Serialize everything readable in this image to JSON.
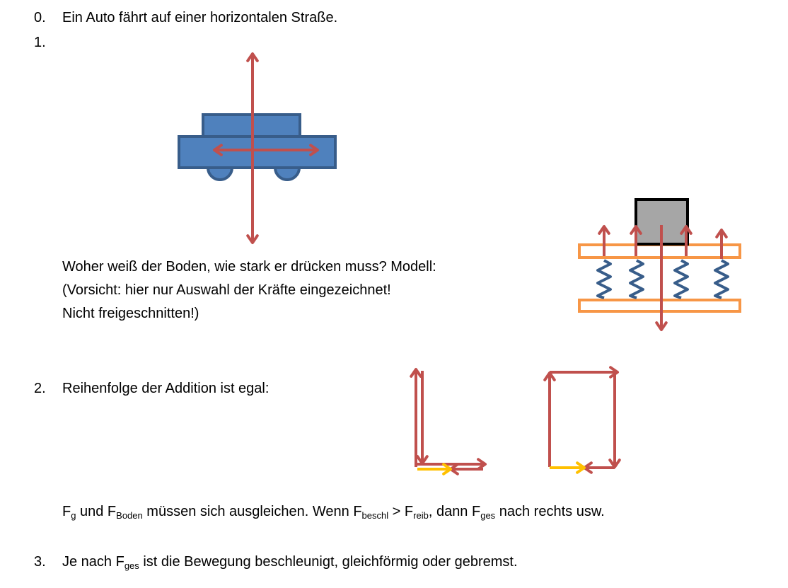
{
  "items": [
    {
      "number": "0.",
      "text": "Ein Auto fährt auf einer horizontalen Straße."
    },
    {
      "number": "1.",
      "text": ""
    },
    {
      "number": "2.",
      "text": "Reihenfolge der Addition ist egal:"
    },
    {
      "number": "3.",
      "text_before": "Je nach F",
      "sub": "ges",
      "text_after": " ist die Bewegung beschleunigt, gleichförmig oder gebremst."
    }
  ],
  "model_text": {
    "line1": "Woher weiß der Boden, wie stark er drücken muss?  Modell:",
    "line2": "(Vorsicht: hier nur Auswahl der Kräfte eingezeichnet!",
    "line3": "Nicht freigeschnitten!)"
  },
  "balance_text": {
    "p1": "F",
    "s1": "g",
    "p2": " und F",
    "s2": "Boden",
    "p3": " müssen sich ausgleichen. Wenn F",
    "s3": "beschl",
    "p4": " > F",
    "s4": "reib",
    "p5": ", dann F",
    "s5": "ges",
    "p6": " nach rechts usw."
  },
  "colors": {
    "force": "#c0504d",
    "car": "#4f81bd",
    "car_border": "#385d8a",
    "board": "#f79646",
    "spring": "#385d8a",
    "block": "#a6a6a6",
    "friction": "#ffc000"
  }
}
